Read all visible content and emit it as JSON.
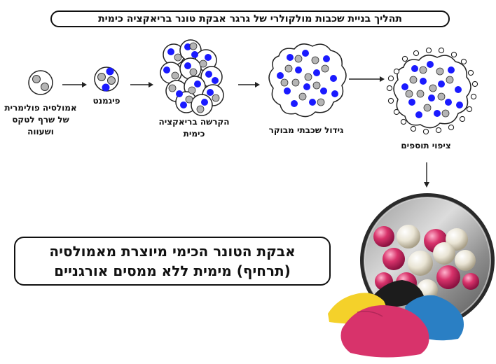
{
  "title": "תהליך בניית שכבות מולקולרי של גרגר אבקת טונר בריאקציה כימית",
  "steps": [
    {
      "label_lines": [
        "אמולסיה פולימרית",
        "של שרף לטקס",
        "ושעווה"
      ]
    },
    {
      "label_lines": [
        "פיגמנט"
      ]
    },
    {
      "label_lines": [
        "הקרשה בריאקציה",
        "כימית"
      ]
    },
    {
      "label_lines": [
        "גידול שכבתי מבוקר"
      ]
    },
    {
      "label_lines": [
        "ציפוי תוספים"
      ]
    }
  ],
  "summary_lines": [
    "אבקת הטונר הכימי מיוצרת מאמולסיה",
    "(תרחיף) מימית ללא ממסים אורגניים"
  ],
  "colors": {
    "pigment": "#1a1aff",
    "resin": "#b5b5b5",
    "magenta": "#d8336b",
    "yellow": "#f4d12a",
    "cyan": "#2a7fc4",
    "black": "#1c1c1c"
  }
}
